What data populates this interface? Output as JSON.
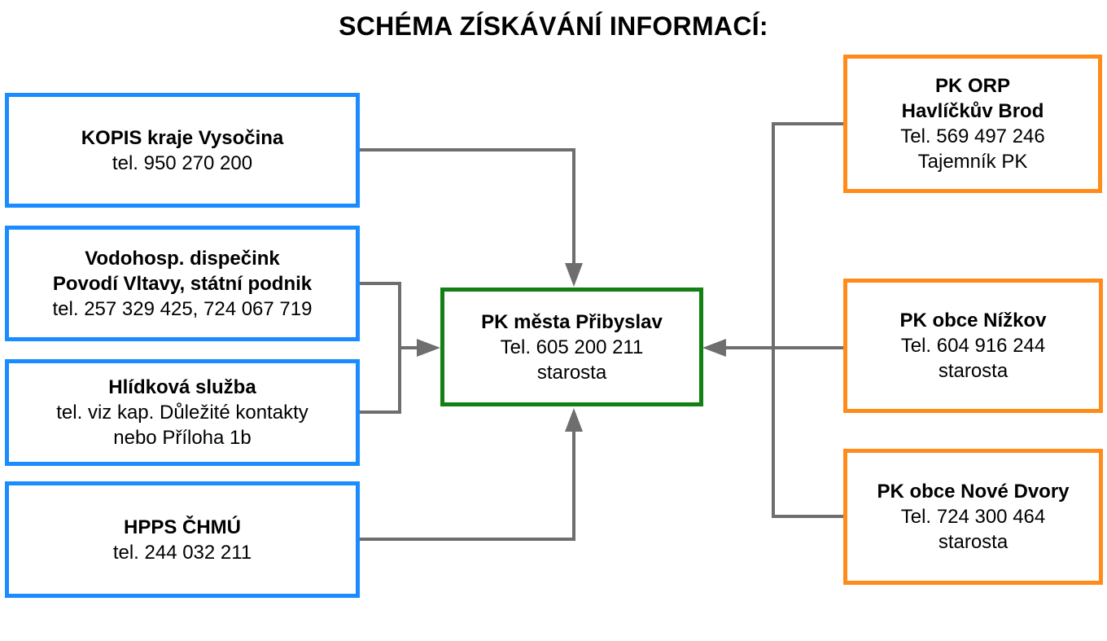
{
  "title": "SCHÉMA ZÍSKÁVÁNÍ INFORMACÍ:",
  "colors": {
    "source_border": "#1a8cff",
    "neighbor_border": "#ff8c1a",
    "center_border": "#128012",
    "connector": "#6e6e6e"
  },
  "center": {
    "lines": [
      "PK města Přibyslav",
      "Tel. 605 200 211",
      "starosta"
    ]
  },
  "left": [
    {
      "lines": [
        "KOPIS kraje Vysočina",
        "tel. 950 270 200"
      ]
    },
    {
      "lines": [
        "Vodohosp. dispečink",
        "Povodí Vltavy, státní podnik",
        "tel. 257 329 425, 724 067 719"
      ]
    },
    {
      "lines": [
        "Hlídková služba",
        "tel. viz kap. Důležité kontakty",
        "nebo Příloha 1b"
      ]
    },
    {
      "lines": [
        "HPPS ČHMÚ",
        "tel. 244 032 211"
      ]
    }
  ],
  "right": [
    {
      "lines": [
        "PK ORP",
        "Havlíčkův Brod",
        "Tel. 569 497 246",
        "Tajemník PK"
      ]
    },
    {
      "lines": [
        "PK obce Nížkov",
        "Tel. 604 916 244",
        "starosta"
      ]
    },
    {
      "lines": [
        "PK obce Nové Dvory",
        "Tel. 724 300 464",
        "starosta"
      ]
    }
  ]
}
